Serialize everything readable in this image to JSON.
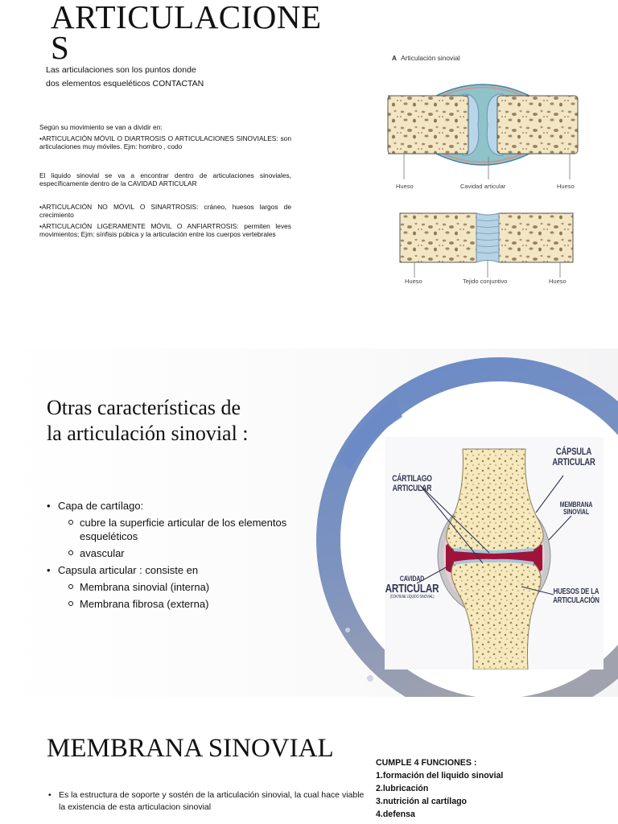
{
  "slides": [
    {
      "title": "ARTICULACIONES",
      "title_line1": "ARTICULACIONE",
      "title_line2": "S",
      "intro_line1": "Las articulaciones son los  puntos donde",
      "intro_line2": "dos elementos esqueléticos CONTACTAN",
      "paragraphs": [
        "Según su movimiento se van a dividir en:",
        "•ARTICULACIÓN MÓVIL O DIARTROSIS O ARTICULACIONES SINOVIALES: son articulaciones muy móviles. Ejm: hombro , codo",
        "El liquido sinovial se va a encontrar dentro de articulaciones sinoviales,  específicamente dentro de la CAVIDAD ARTICULAR",
        "•ARTICULACIÓN NO MÓVIL O SINARTROSIS: cráneo, huesos largos de crecimiento",
        "•ARTICULACIÓN LIGERAMENTE MÓVIL O ANFIARTROSIS: permiten leves movimientos; Ejm: sínfisis púbica y la articulación entre los cuerpos vertebrales"
      ],
      "figure": {
        "panel_letter": "A",
        "panel_title": "Articulación sinovial",
        "top_labels": [
          "Hueso",
          "Cavidad articular",
          "Hueso"
        ],
        "bottom_labels": [
          "Hueso",
          "Tejido conjuntivo",
          "Hueso"
        ]
      }
    },
    {
      "title_line1": "Otras características de",
      "title_line2": "la articulación sinovial :",
      "bullets": [
        {
          "label": "Capa de cartílago:",
          "children": [
            "cubre la superficie articular de los elementos esqueléticos",
            "avascular"
          ]
        },
        {
          "label": "Capsula articular : consiste en",
          "children": [
            "Membrana sinovial (interna)",
            "Membrana fibrosa (externa)"
          ]
        }
      ],
      "diagram": {
        "labels": {
          "capsula": [
            "CÁPSULA",
            "ARTICULAR"
          ],
          "cartilago": [
            "CÁRTILAGO",
            "ARTICULAR"
          ],
          "membrana": [
            "MEMBRANA",
            "SINOVIAL"
          ],
          "cavidad": [
            "CAVIDAD",
            "ARTICULAR",
            "(CONTIENE LÍQUIDO SINOVIAL)"
          ],
          "huesos": [
            "HUESOS DE LA",
            "ARTICULACIÓN"
          ]
        }
      },
      "colors": {
        "ring_top": "#6a8ac6",
        "ring_bottom": "#9aa0b0",
        "bone": "#f6e9bf",
        "cavity": "#a0133a",
        "capsule": "#c8c8cc",
        "label": "#2f3550"
      }
    },
    {
      "title": "MEMBRANA SINOVIAL",
      "bullet": "Es la estructura de soporte y sostén de la articulación sinovial, la cual hace viable la existencia de esta articulacion sinovial",
      "functions_header": "CUMPLE 4 FUNCIONES :",
      "functions": [
        "1.formación del liquido sinovial",
        "2.lubricación",
        "3.nutrición al cartílago",
        "4.defensa"
      ]
    }
  ]
}
